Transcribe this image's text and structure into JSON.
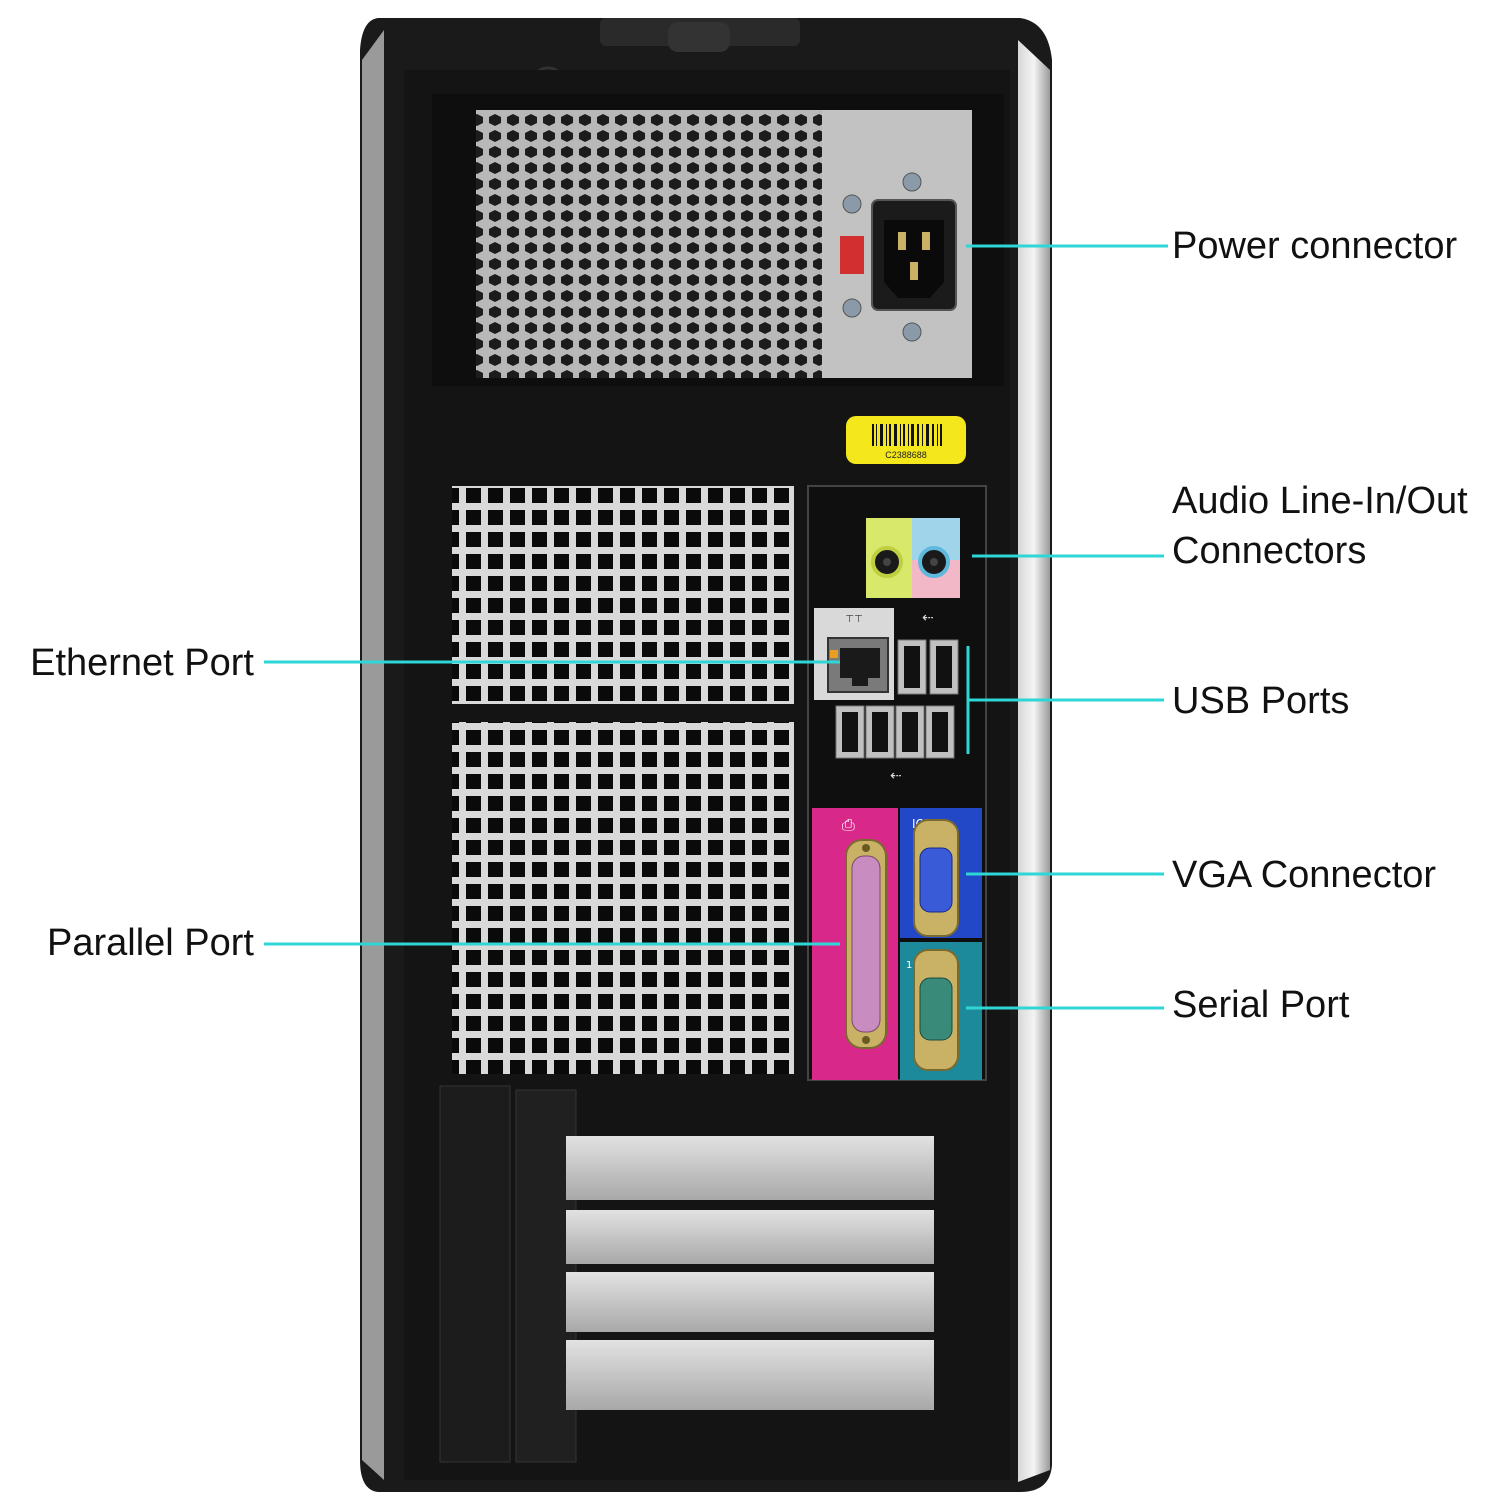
{
  "diagram": {
    "barcode_text": "C2388688",
    "callouts": {
      "power": "Power connector",
      "audio_line1": "Audio Line-In/Out",
      "audio_line2": "Connectors",
      "usb": "USB Ports",
      "vga": "VGA Connector",
      "serial": "Serial Port",
      "ethernet": "Ethernet Port",
      "parallel": "Parallel Port"
    }
  },
  "colors": {
    "callout_line": "#2fd6d6",
    "case_black": "#111111",
    "psu_silver": "#c2c2c2",
    "barcode_sticker": "#f4e81c",
    "audio_line_in": "#d7e86a",
    "audio_mic": "#f2b8c8",
    "parallel_port": "#d8288a",
    "vga_port": "#2248c8",
    "serial_port": "#1c8a9a"
  },
  "icons": [
    "power-inlet-icon",
    "ethernet-icon",
    "usb-icon",
    "audio-jack-icon",
    "printer-icon",
    "monitor-icon",
    "serial-icon"
  ]
}
